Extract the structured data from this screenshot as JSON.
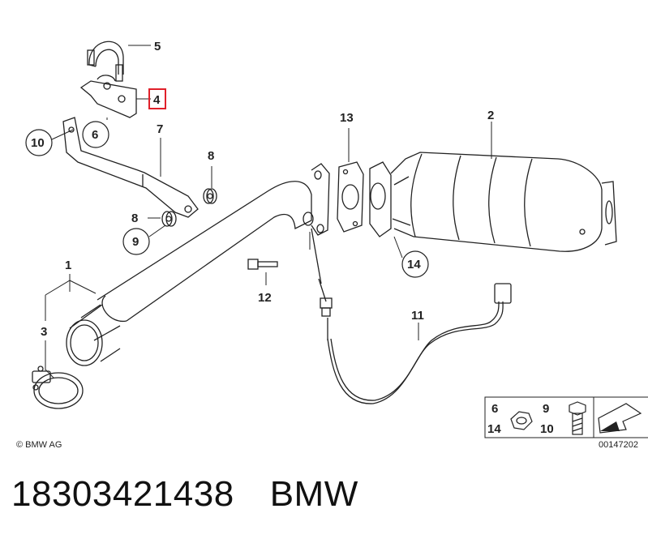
{
  "diagram": {
    "copyright": "© BMW AG",
    "image_number": "00147202",
    "labels": [
      "1",
      "2",
      "3",
      "4",
      "5",
      "6",
      "7",
      "8",
      "8",
      "9",
      "10",
      "11",
      "12",
      "13",
      "14"
    ],
    "highlighted_label": "4",
    "legend": {
      "nut_top": "6",
      "nut_bottom": "14",
      "bolt_top": "9",
      "bolt_bottom": "10"
    }
  },
  "caption": {
    "part_number": "18303421438",
    "brand": "BMW"
  },
  "colors": {
    "highlight": "#e0202a",
    "line": "#222222"
  }
}
